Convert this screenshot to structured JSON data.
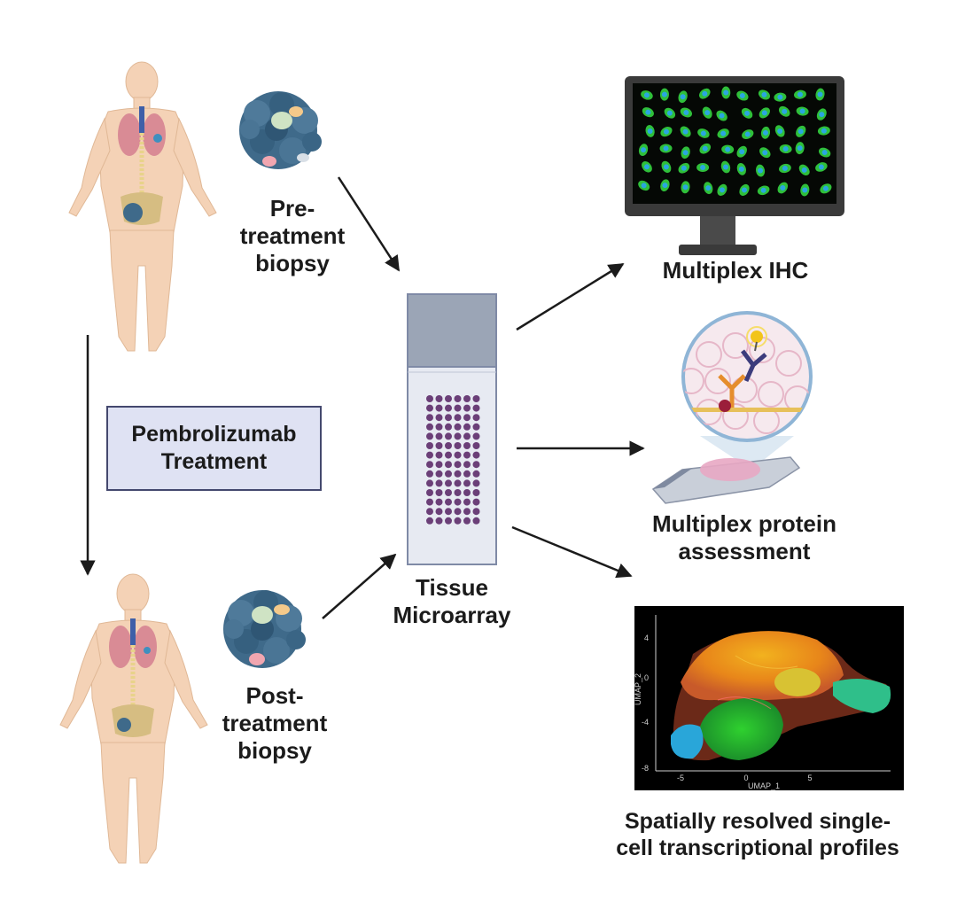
{
  "labels": {
    "pre_biopsy": [
      "Pre-",
      "treatment",
      "biopsy"
    ],
    "post_biopsy": [
      "Post-",
      "treatment",
      "biopsy"
    ],
    "treatment": [
      "Pembrolizumab",
      "Treatment"
    ],
    "tma": [
      "Tissue",
      "Microarray"
    ],
    "mihc": "Multiplex IHC",
    "protein": [
      "Multiplex protein",
      "assessment"
    ],
    "spatial": [
      "Spatially resolved single-",
      "cell transcriptional profiles"
    ]
  },
  "umap": {
    "xlabel": "UMAP_1",
    "ylabel": "UMAP_2",
    "xticks": [
      "-5",
      "0",
      "5"
    ],
    "yticks": [
      "4",
      "0",
      "-4",
      "-8"
    ]
  },
  "colors": {
    "skin": "#f4d2b6",
    "lung": "#d98b95",
    "tumor": "#3f6a8a",
    "box_fill": "#dfe2f3",
    "box_border": "#44486e",
    "tma_dot": "#6b3f78",
    "monitor": "#3a3a3a"
  }
}
